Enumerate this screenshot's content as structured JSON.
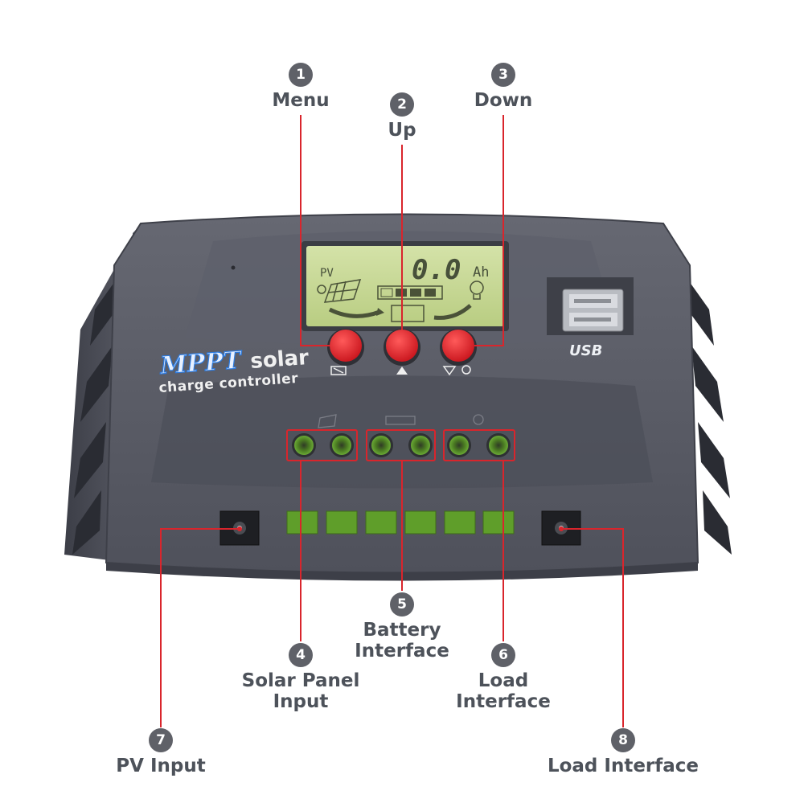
{
  "device": {
    "brand_boxed": "MPPT",
    "brand_word": "solar",
    "brand_subtitle": "charge controller",
    "lcd_pv_label": "PV",
    "lcd_value": "0.0",
    "lcd_unit": "Ah",
    "usb_label": "USB"
  },
  "callouts": [
    {
      "number": "1",
      "label": "Menu"
    },
    {
      "number": "2",
      "label": "Up"
    },
    {
      "number": "3",
      "label": "Down"
    },
    {
      "number": "4",
      "label_lines": [
        "Solar Panel",
        "Input"
      ]
    },
    {
      "number": "5",
      "label_lines": [
        "Battery",
        "Interface"
      ]
    },
    {
      "number": "6",
      "label_lines": [
        "Load",
        "Interface"
      ]
    },
    {
      "number": "7",
      "label": "PV Input"
    },
    {
      "number": "8",
      "label": "Load Interface"
    }
  ],
  "colors": {
    "callout_line": "#d9252c",
    "badge": "#5f6168",
    "body": "#5a5c68",
    "lcd": "#c8d99a",
    "button": "#e0202a",
    "terminal": "#5f9e2a"
  },
  "icons": [
    "solar-panel-icon",
    "up-arrow-icon",
    "down-bulb-icon",
    "battery-icon",
    "bulb-icon",
    "usb-port-icon"
  ]
}
